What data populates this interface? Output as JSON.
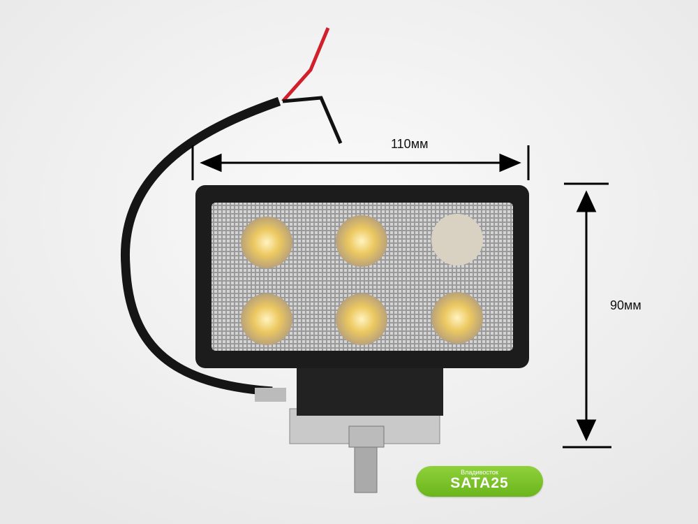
{
  "dimensions": {
    "width_label": "110мм",
    "height_label": "90мм"
  },
  "watermark": {
    "city": "Владивосток",
    "brand": "SATA25"
  },
  "colors": {
    "housing": "#1c1c1c",
    "led": "#e8c766",
    "badge": "#7cc42a"
  }
}
